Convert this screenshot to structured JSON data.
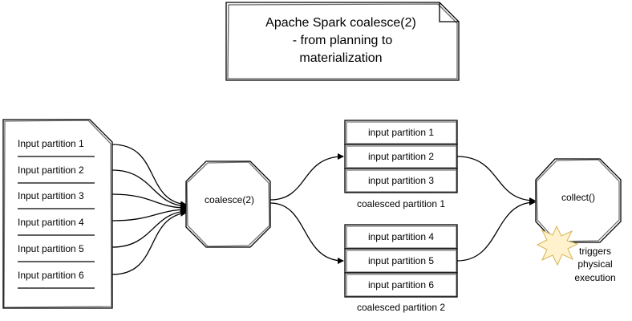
{
  "title_note": {
    "lines": [
      "Apache Spark coalesce(2)",
      "- from planning to",
      "materialization"
    ]
  },
  "input_document": {
    "partitions": [
      "Input partition 1",
      "Input partition 2",
      "Input partition 3",
      "Input partition 4",
      "Input partition 5",
      "Input partition 6"
    ]
  },
  "coalesce_node": {
    "label": "coalesce(2)"
  },
  "coalesced_groups": [
    {
      "caption": "coalesced partition 1",
      "partitions": [
        "input partition 1",
        "input partition 2",
        "input partition 3"
      ]
    },
    {
      "caption": "coalesced partition 2",
      "partitions": [
        "input partition 4",
        "input partition 5",
        "input partition 6"
      ]
    }
  ],
  "collect_node": {
    "label": "collect()"
  },
  "trigger_note": {
    "lines": [
      "triggers",
      "physical",
      "execution"
    ]
  },
  "colors": {
    "stroke": "#000000",
    "star_fill": "#fff2cc",
    "star_stroke": "#d6b656"
  }
}
